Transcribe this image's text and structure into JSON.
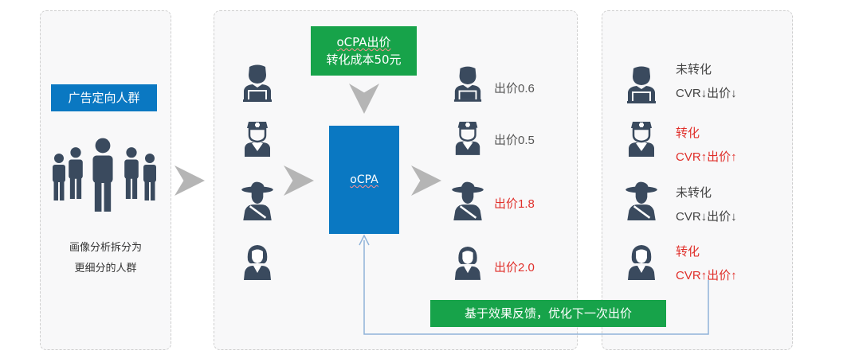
{
  "colors": {
    "blue": "#0a78c2",
    "green": "#17a34a",
    "icon": "#3a4a5e",
    "red": "#e0302b",
    "arrow": "#b5b5b5",
    "feedback_line": "#8fb3d9"
  },
  "segment": {
    "tag": "广告定向人群",
    "caption_line1": "画像分析拆分为",
    "caption_line2": "更细分的人群"
  },
  "bid_box": {
    "line1": "oCPA出价",
    "line2": "转化成本50元"
  },
  "engine": {
    "label": "oCPA"
  },
  "users": [
    {
      "icon": "office-worker-icon",
      "bid": "出价0.6",
      "highlight": false,
      "result1": "未转化",
      "result2": "CVR↓出价↓"
    },
    {
      "icon": "nurse-icon",
      "bid": "出价0.5",
      "highlight": false,
      "result1": "转化",
      "result2": "CVR↑出价↑"
    },
    {
      "icon": "woman-hat-icon",
      "bid": "出价1.8",
      "highlight": true,
      "result1": "未转化",
      "result2": "CVR↓出价↓"
    },
    {
      "icon": "woman-icon",
      "bid": "出价2.0",
      "highlight": true,
      "result1": "转化",
      "result2": "CVR↑出价↑"
    }
  ],
  "result_highlight": [
    false,
    true,
    false,
    true
  ],
  "feedback": {
    "label": "基于效果反馈，优化下一次出价"
  }
}
